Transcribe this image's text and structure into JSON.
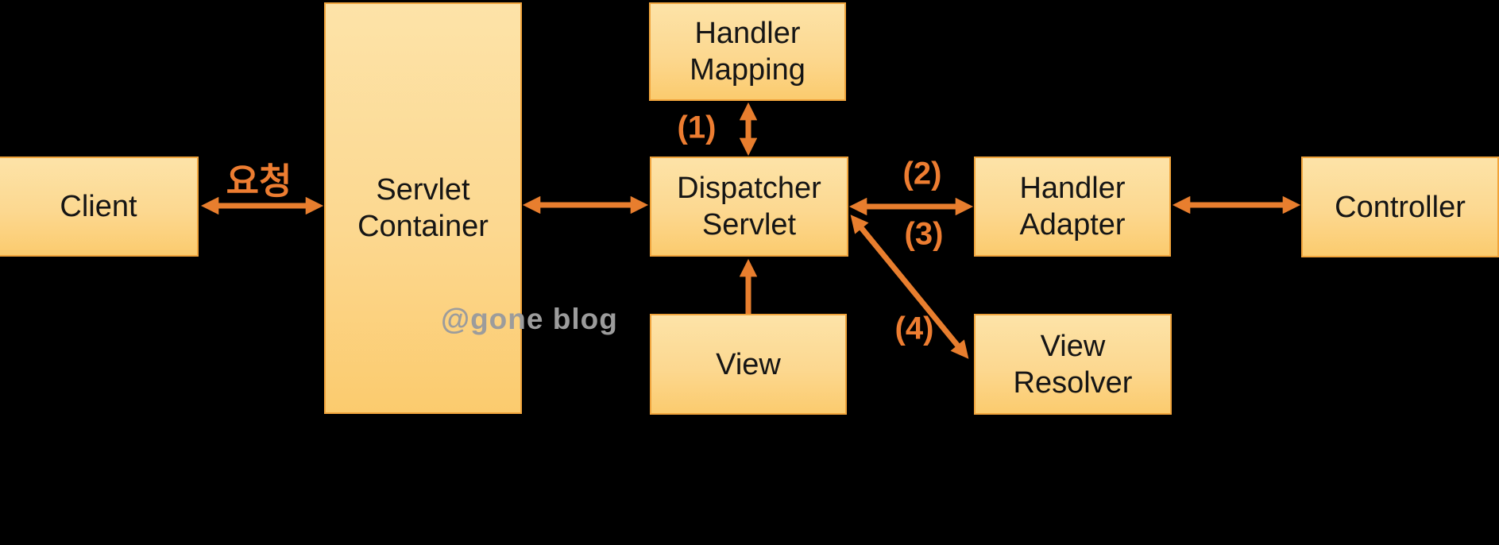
{
  "colors": {
    "background": "#000000",
    "box_fill_top": "#FDE3A8",
    "box_fill_bottom": "#FBCB6E",
    "box_border": "#F0A43C",
    "arrow": "#E87E2E",
    "edge_label": "#ED7D31",
    "box_text": "#151515",
    "watermark": "#9C9C9C"
  },
  "boxes": [
    {
      "id": "client",
      "label": "Client"
    },
    {
      "id": "servlet-container",
      "label": "Servlet\nContainer"
    },
    {
      "id": "handler-mapping",
      "label": "Handler\nMapping"
    },
    {
      "id": "dispatcher-servlet",
      "label": "Dispatcher\nServlet"
    },
    {
      "id": "handler-adapter",
      "label": "Handler\nAdapter"
    },
    {
      "id": "controller",
      "label": "Controller"
    },
    {
      "id": "view",
      "label": "View"
    },
    {
      "id": "view-resolver",
      "label": "View\nResolver"
    }
  ],
  "labels": {
    "request": "요청",
    "step1": "(1)",
    "step2": "(2)",
    "step3": "(3)",
    "step4": "(4)"
  },
  "connections": [
    {
      "from": "Client",
      "to": "Servlet Container",
      "label": "요청",
      "bidirectional": true
    },
    {
      "from": "Servlet Container",
      "to": "Dispatcher Servlet",
      "label": "",
      "bidirectional": true
    },
    {
      "from": "Dispatcher Servlet",
      "to": "Handler Mapping",
      "label": "(1)",
      "bidirectional": true
    },
    {
      "from": "Dispatcher Servlet",
      "to": "Handler Adapter",
      "label": "(2) (3)",
      "bidirectional": true
    },
    {
      "from": "Handler Adapter",
      "to": "Controller",
      "label": "",
      "bidirectional": true
    },
    {
      "from": "Dispatcher Servlet",
      "to": "View Resolver",
      "label": "(4)",
      "bidirectional": true
    },
    {
      "from": "Dispatcher Servlet",
      "to": "View",
      "label": "",
      "bidirectional": true
    }
  ],
  "watermark": "@gone blog"
}
